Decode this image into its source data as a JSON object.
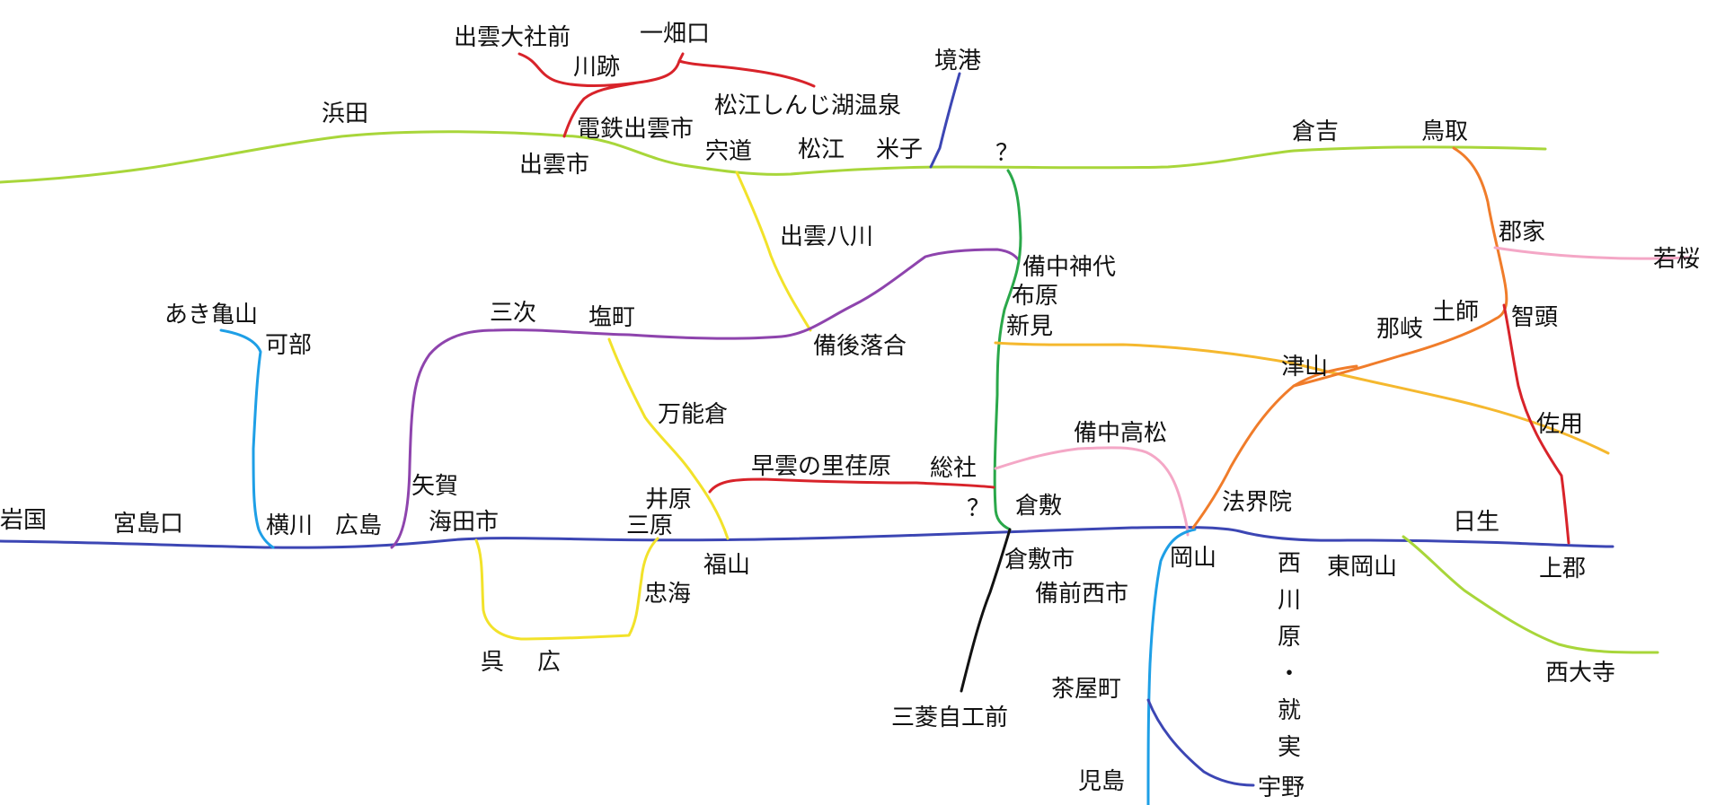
{
  "lines": [
    {
      "id": "japan-sea-coast",
      "color": "#a8d63a"
    },
    {
      "id": "sanyo-main",
      "color": "#3c46b4"
    },
    {
      "id": "ichibata",
      "color": "#d8232a"
    },
    {
      "id": "sakai",
      "color": "#3c46b4"
    },
    {
      "id": "kisuki",
      "color": "#f2e22a"
    },
    {
      "id": "geibi-fukuen",
      "color": "#8e44ad"
    },
    {
      "id": "hakubi",
      "color": "#2aa84a"
    },
    {
      "id": "kabe",
      "color": "#1e9fe6"
    },
    {
      "id": "kure",
      "color": "#f2e22a"
    },
    {
      "id": "fukuen",
      "color": "#f2e22a"
    },
    {
      "id": "ibara",
      "color": "#d8232a"
    },
    {
      "id": "kibi",
      "color": "#f4a7c6"
    },
    {
      "id": "mizushima",
      "color": "#111111"
    },
    {
      "id": "uno-seto-ohashi",
      "color": "#1e9fe6"
    },
    {
      "id": "uno-branch",
      "color": "#3c46b4"
    },
    {
      "id": "kishin",
      "color": "#f5b82e"
    },
    {
      "id": "tsuyama",
      "color": "#f07c2a"
    },
    {
      "id": "inbi",
      "color": "#f07c2a"
    },
    {
      "id": "chizu",
      "color": "#d8232a"
    },
    {
      "id": "wakasa",
      "color": "#f4a7c6"
    },
    {
      "id": "ako",
      "color": "#a8d63a"
    }
  ],
  "stations": {
    "izumo_taisha_mae": "出雲大社前",
    "ichibataguchi": "一畑口",
    "kawato": "川跡",
    "matsue_shinjiko_onsen": "松江しんじ湖温泉",
    "dentetsu_izumoshi": "電鉄出雲市",
    "sakaiminato": "境港",
    "hamada": "浜田",
    "izumoshi": "出雲市",
    "shinji": "宍道",
    "matsue": "松江",
    "yonago": "米子",
    "unknown_north": "？",
    "kurayoshi": "倉吉",
    "tottori": "鳥取",
    "izumo_yakawa": "出雲八川",
    "bitchu_kojiro": "備中神代",
    "nunohara": "布原",
    "niimi": "新見",
    "koge": "郡家",
    "wakasa": "若桜",
    "aki_kameyama": "あき亀山",
    "kabe": "可部",
    "miyoshi": "三次",
    "shiomachi": "塩町",
    "bingo_ochiai": "備後落合",
    "chizu": "智頭",
    "hashi": "土師",
    "nagi": "那岐",
    "tsuyama": "津山",
    "mannokura": "万能倉",
    "sayo": "佐用",
    "bitchu_takamatsu": "備中高松",
    "hayakumo_no_sato_kayahara": "早雲の里荏原",
    "soja": "総社",
    "yaga": "矢賀",
    "ibara": "井原",
    "houkaiin": "法界院",
    "iwakuni": "岩国",
    "miyajimaguchi": "宮島口",
    "yokogawa": "横川",
    "hiroshima": "広島",
    "kaitaichi": "海田市",
    "mihara": "三原",
    "unknown_south": "？",
    "kurashiki": "倉敷",
    "nissei": "日生",
    "fukuyama": "福山",
    "kurashikishi": "倉敷市",
    "okayama": "岡山",
    "nishigawara_shujitsu": "西川原・就実",
    "higashi_okayama": "東岡山",
    "kamigori": "上郡",
    "tadanoumi": "忠海",
    "bizen_nishiichi": "備前西市",
    "kure": "呉",
    "hiro": "広",
    "saidaiji": "西大寺",
    "chayamachi": "茶屋町",
    "mitsubishi_jiko_mae": "三菱自工前",
    "kojima": "児島",
    "uno": "宇野"
  }
}
